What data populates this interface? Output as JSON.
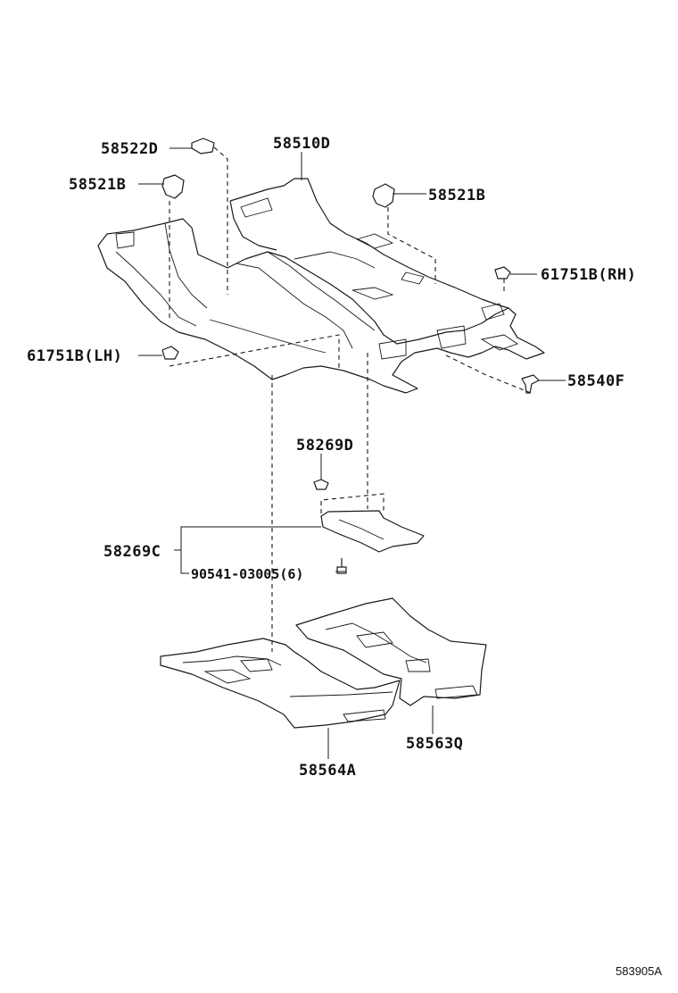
{
  "diagram": {
    "callouts": {
      "c58522D": "58522D",
      "c58510D": "58510D",
      "c58521B_left": "58521B",
      "c58521B_right": "58521B",
      "c61751B_RH": "61751B(RH)",
      "c61751B_LH": "61751B(LH)",
      "c58540F": "58540F",
      "c58269D": "58269D",
      "c58269C": "58269C",
      "c90541": "90541-03005(6)",
      "c58563Q": "58563Q",
      "c58564A": "58564A"
    },
    "reference_code": "583905A"
  }
}
